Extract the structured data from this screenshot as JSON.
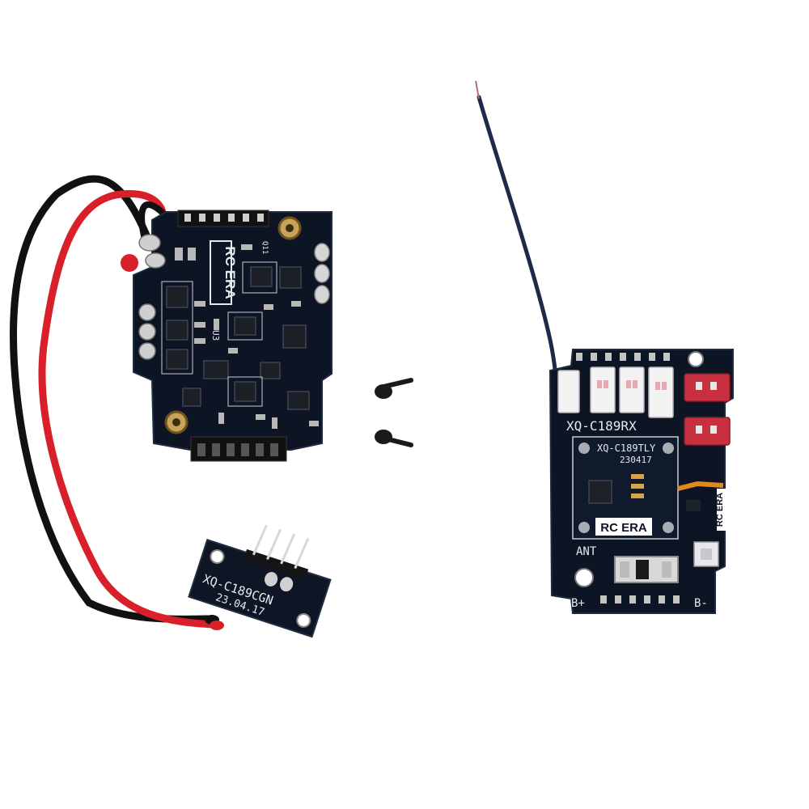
{
  "colors": {
    "background": "#ffffff",
    "pcb": "#0d1524",
    "silkscreen": "#e6e9ee",
    "wire_red": "#d8202a",
    "wire_black": "#111111",
    "connector_red": "#c83040",
    "connector_white": "#f2f2f2",
    "flex_orange": "#e08a1e"
  },
  "left_board": {
    "brand": "RC ERA",
    "ref_u3": "U3",
    "ref_q11": "Q11"
  },
  "small_board": {
    "model_line": "XQ-C189CGN",
    "date_line": "23.04.17"
  },
  "right_board": {
    "model_line": "XQ-C189RX",
    "module_model": "XQ-C189TLY",
    "module_date": "230417",
    "brand": "RC ERA",
    "side_brand": "RC ERA",
    "ant_label": "ANT",
    "bplus_label": "B+",
    "bminus_label": "B-"
  },
  "icons": [
    "screw-icon",
    "antenna-wire",
    "power-switch"
  ]
}
